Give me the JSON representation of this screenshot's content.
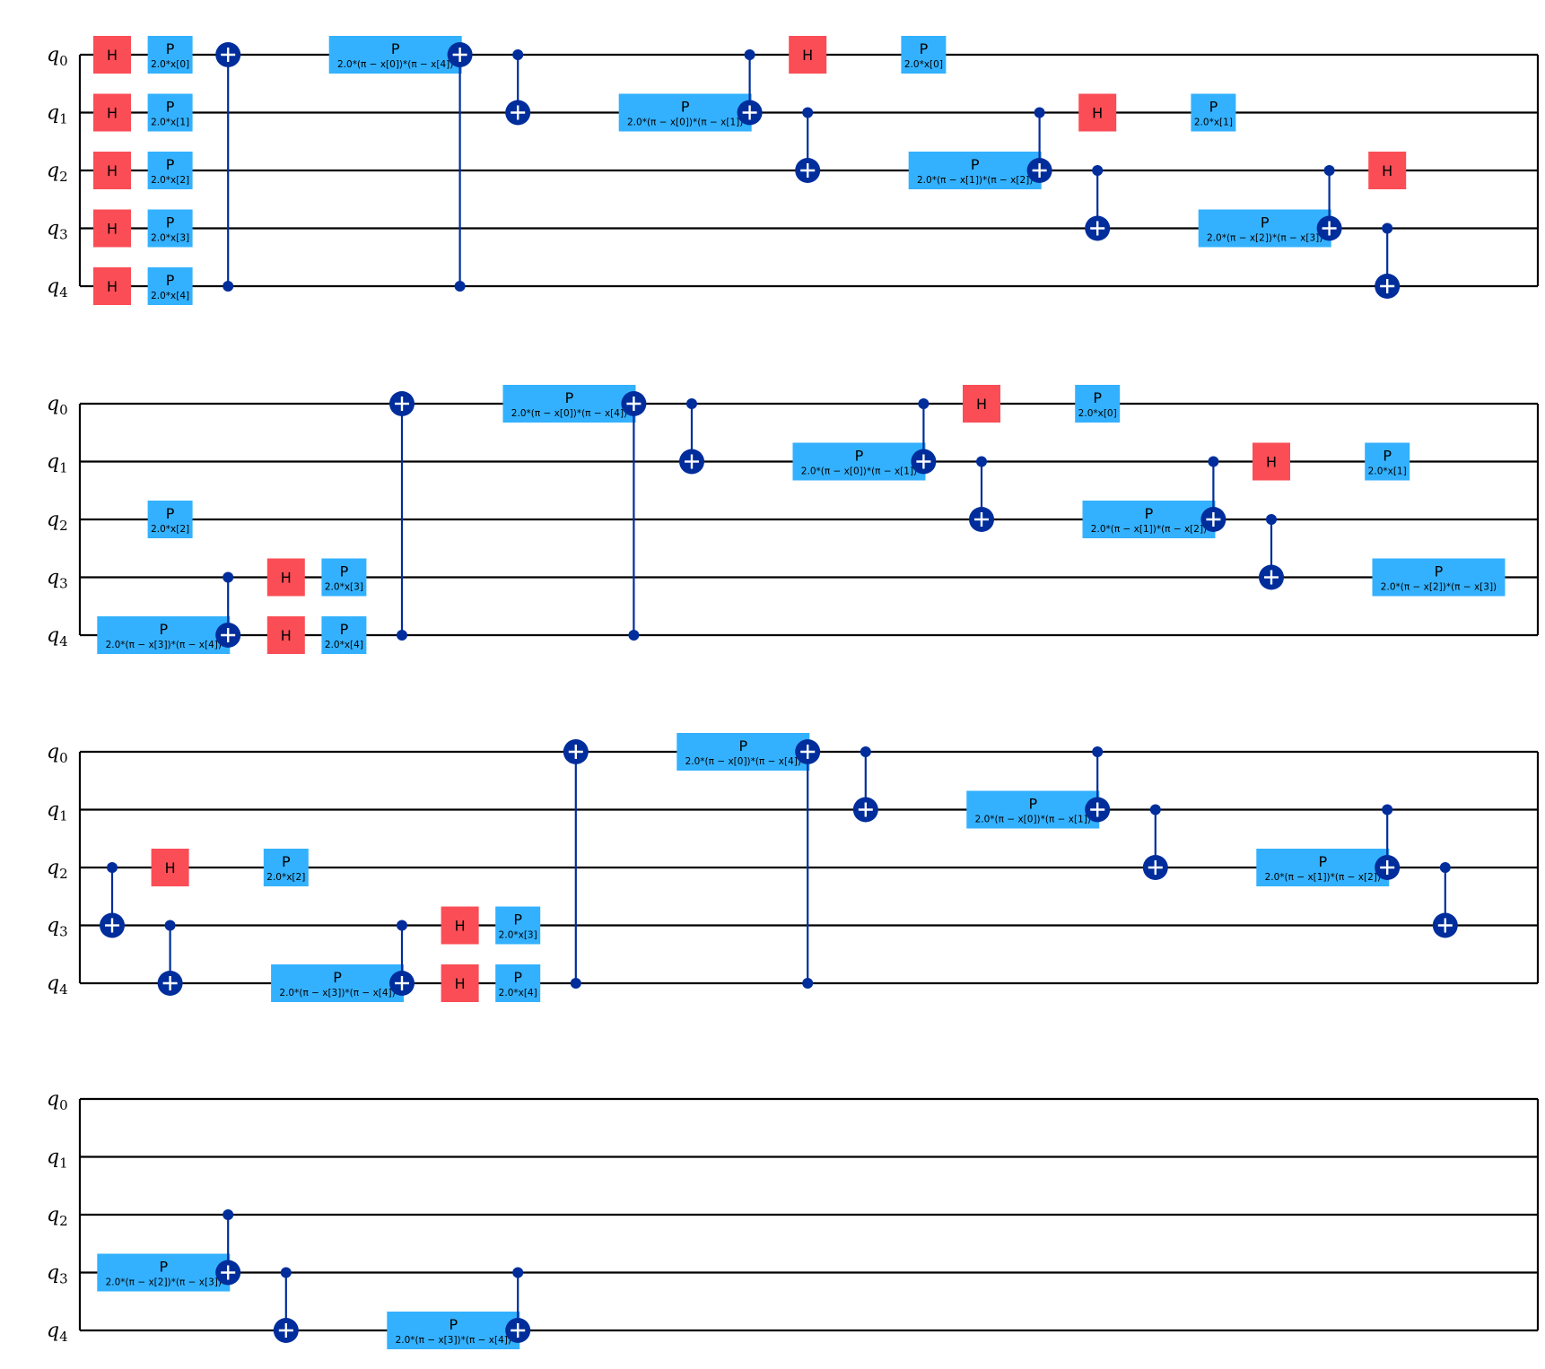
{
  "colors": {
    "h_gate": "#FA4D56",
    "p_gate": "#33B1FF",
    "cx": "#002D9C",
    "wire": "#000000",
    "text": "#000000"
  },
  "qubits": [
    "q0",
    "q1",
    "q2",
    "q3",
    "q4"
  ],
  "rows": [
    {
      "gates": [
        {
          "type": "H",
          "q": 0,
          "col": 0
        },
        {
          "type": "H",
          "q": 1,
          "col": 0
        },
        {
          "type": "H",
          "q": 2,
          "col": 0
        },
        {
          "type": "H",
          "q": 3,
          "col": 0
        },
        {
          "type": "H",
          "q": 4,
          "col": 0
        },
        {
          "type": "P",
          "q": 0,
          "col": 1,
          "param": "2.0*x[0]"
        },
        {
          "type": "P",
          "q": 1,
          "col": 1,
          "param": "2.0*x[1]"
        },
        {
          "type": "P",
          "q": 2,
          "col": 1,
          "param": "2.0*x[2]"
        },
        {
          "type": "P",
          "q": 3,
          "col": 1,
          "param": "2.0*x[3]"
        },
        {
          "type": "P",
          "q": 4,
          "col": 1,
          "param": "2.0*x[4]"
        },
        {
          "type": "CX",
          "ctrl": 4,
          "tgt": 0,
          "col": 2
        },
        {
          "type": "P",
          "q": 0,
          "col": 4.02,
          "param": "2.0*(π − x[0])*(π − x[4])"
        },
        {
          "type": "CX",
          "ctrl": 4,
          "tgt": 0,
          "col": 6
        },
        {
          "type": "CX",
          "ctrl": 0,
          "tgt": 1,
          "col": 7
        },
        {
          "type": "P",
          "q": 1,
          "col": 9.02,
          "param": "2.0*(π − x[0])*(π − x[1])"
        },
        {
          "type": "CX",
          "ctrl": 0,
          "tgt": 1,
          "col": 11
        },
        {
          "type": "H",
          "q": 0,
          "col": 12
        },
        {
          "type": "P",
          "q": 0,
          "col": 14,
          "param": "2.0*x[0]"
        },
        {
          "type": "CX",
          "ctrl": 1,
          "tgt": 2,
          "col": 12
        },
        {
          "type": "P",
          "q": 2,
          "col": 14.02,
          "param": "2.0*(π − x[1])*(π − x[2])"
        },
        {
          "type": "CX",
          "ctrl": 1,
          "tgt": 2,
          "col": 16
        },
        {
          "type": "H",
          "q": 1,
          "col": 17
        },
        {
          "type": "P",
          "q": 1,
          "col": 19,
          "param": "2.0*x[1]"
        },
        {
          "type": "CX",
          "ctrl": 2,
          "tgt": 3,
          "col": 17
        },
        {
          "type": "P",
          "q": 3,
          "col": 19.02,
          "param": "2.0*(π − x[2])*(π − x[3])"
        },
        {
          "type": "CX",
          "ctrl": 2,
          "tgt": 3,
          "col": 21
        },
        {
          "type": "H",
          "q": 2,
          "col": 22
        },
        {
          "type": "CX",
          "ctrl": 3,
          "tgt": 4,
          "col": 22
        }
      ]
    },
    {
      "gates": [
        {
          "type": "P",
          "q": 2,
          "col": 1,
          "param": "2.0*x[2]"
        },
        {
          "type": "P",
          "q": 4,
          "col": 0.02,
          "param": "2.0*(π − x[3])*(π − x[4])"
        },
        {
          "type": "CX",
          "ctrl": 3,
          "tgt": 4,
          "col": 2
        },
        {
          "type": "H",
          "q": 3,
          "col": 3
        },
        {
          "type": "H",
          "q": 4,
          "col": 3
        },
        {
          "type": "P",
          "q": 3,
          "col": 4,
          "param": "2.0*x[3]"
        },
        {
          "type": "P",
          "q": 4,
          "col": 4,
          "param": "2.0*x[4]"
        },
        {
          "type": "CX",
          "ctrl": 4,
          "tgt": 0,
          "col": 5
        },
        {
          "type": "P",
          "q": 0,
          "col": 7.02,
          "param": "2.0*(π − x[0])*(π − x[4])"
        },
        {
          "type": "CX",
          "ctrl": 4,
          "tgt": 0,
          "col": 9
        },
        {
          "type": "CX",
          "ctrl": 0,
          "tgt": 1,
          "col": 10
        },
        {
          "type": "P",
          "q": 1,
          "col": 12.02,
          "param": "2.0*(π − x[0])*(π − x[1])"
        },
        {
          "type": "CX",
          "ctrl": 0,
          "tgt": 1,
          "col": 14
        },
        {
          "type": "H",
          "q": 0,
          "col": 15
        },
        {
          "type": "P",
          "q": 0,
          "col": 17,
          "param": "2.0*x[0]"
        },
        {
          "type": "CX",
          "ctrl": 1,
          "tgt": 2,
          "col": 15
        },
        {
          "type": "P",
          "q": 2,
          "col": 17.02,
          "param": "2.0*(π − x[1])*(π − x[2])"
        },
        {
          "type": "CX",
          "ctrl": 1,
          "tgt": 2,
          "col": 19
        },
        {
          "type": "H",
          "q": 1,
          "col": 20
        },
        {
          "type": "P",
          "q": 1,
          "col": 22,
          "param": "2.0*x[1]"
        },
        {
          "type": "CX",
          "ctrl": 2,
          "tgt": 3,
          "col": 20
        },
        {
          "type": "P",
          "q": 3,
          "col": 22.02,
          "param": "2.0*(π − x[2])*(π − x[3])"
        }
      ]
    },
    {
      "gates": [
        {
          "type": "CX",
          "ctrl": 2,
          "tgt": 3,
          "col": 0
        },
        {
          "type": "H",
          "q": 2,
          "col": 1
        },
        {
          "type": "P",
          "q": 2,
          "col": 3,
          "param": "2.0*x[2]"
        },
        {
          "type": "CX",
          "ctrl": 3,
          "tgt": 4,
          "col": 1
        },
        {
          "type": "P",
          "q": 4,
          "col": 3.02,
          "param": "2.0*(π − x[3])*(π − x[4])"
        },
        {
          "type": "CX",
          "ctrl": 3,
          "tgt": 4,
          "col": 5
        },
        {
          "type": "H",
          "q": 3,
          "col": 6
        },
        {
          "type": "H",
          "q": 4,
          "col": 6
        },
        {
          "type": "P",
          "q": 3,
          "col": 7,
          "param": "2.0*x[3]"
        },
        {
          "type": "P",
          "q": 4,
          "col": 7,
          "param": "2.0*x[4]"
        },
        {
          "type": "CX",
          "ctrl": 4,
          "tgt": 0,
          "col": 8
        },
        {
          "type": "P",
          "q": 0,
          "col": 10.02,
          "param": "2.0*(π − x[0])*(π − x[4])"
        },
        {
          "type": "CX",
          "ctrl": 4,
          "tgt": 0,
          "col": 12
        },
        {
          "type": "CX",
          "ctrl": 0,
          "tgt": 1,
          "col": 13
        },
        {
          "type": "P",
          "q": 1,
          "col": 15.02,
          "param": "2.0*(π − x[0])*(π − x[1])"
        },
        {
          "type": "CX",
          "ctrl": 0,
          "tgt": 1,
          "col": 17
        },
        {
          "type": "CX",
          "ctrl": 1,
          "tgt": 2,
          "col": 18
        },
        {
          "type": "P",
          "q": 2,
          "col": 20.02,
          "param": "2.0*(π − x[1])*(π − x[2])"
        },
        {
          "type": "CX",
          "ctrl": 1,
          "tgt": 2,
          "col": 22
        },
        {
          "type": "CX",
          "ctrl": 2,
          "tgt": 3,
          "col": 23
        }
      ]
    },
    {
      "gates": [
        {
          "type": "P",
          "q": 3,
          "col": 0.02,
          "param": "2.0*(π − x[2])*(π − x[3])"
        },
        {
          "type": "CX",
          "ctrl": 2,
          "tgt": 3,
          "col": 2
        },
        {
          "type": "CX",
          "ctrl": 3,
          "tgt": 4,
          "col": 3
        },
        {
          "type": "P",
          "q": 4,
          "col": 5.02,
          "param": "2.0*(π − x[3])*(π − x[4])"
        },
        {
          "type": "CX",
          "ctrl": 3,
          "tgt": 4,
          "col": 7
        }
      ]
    }
  ]
}
